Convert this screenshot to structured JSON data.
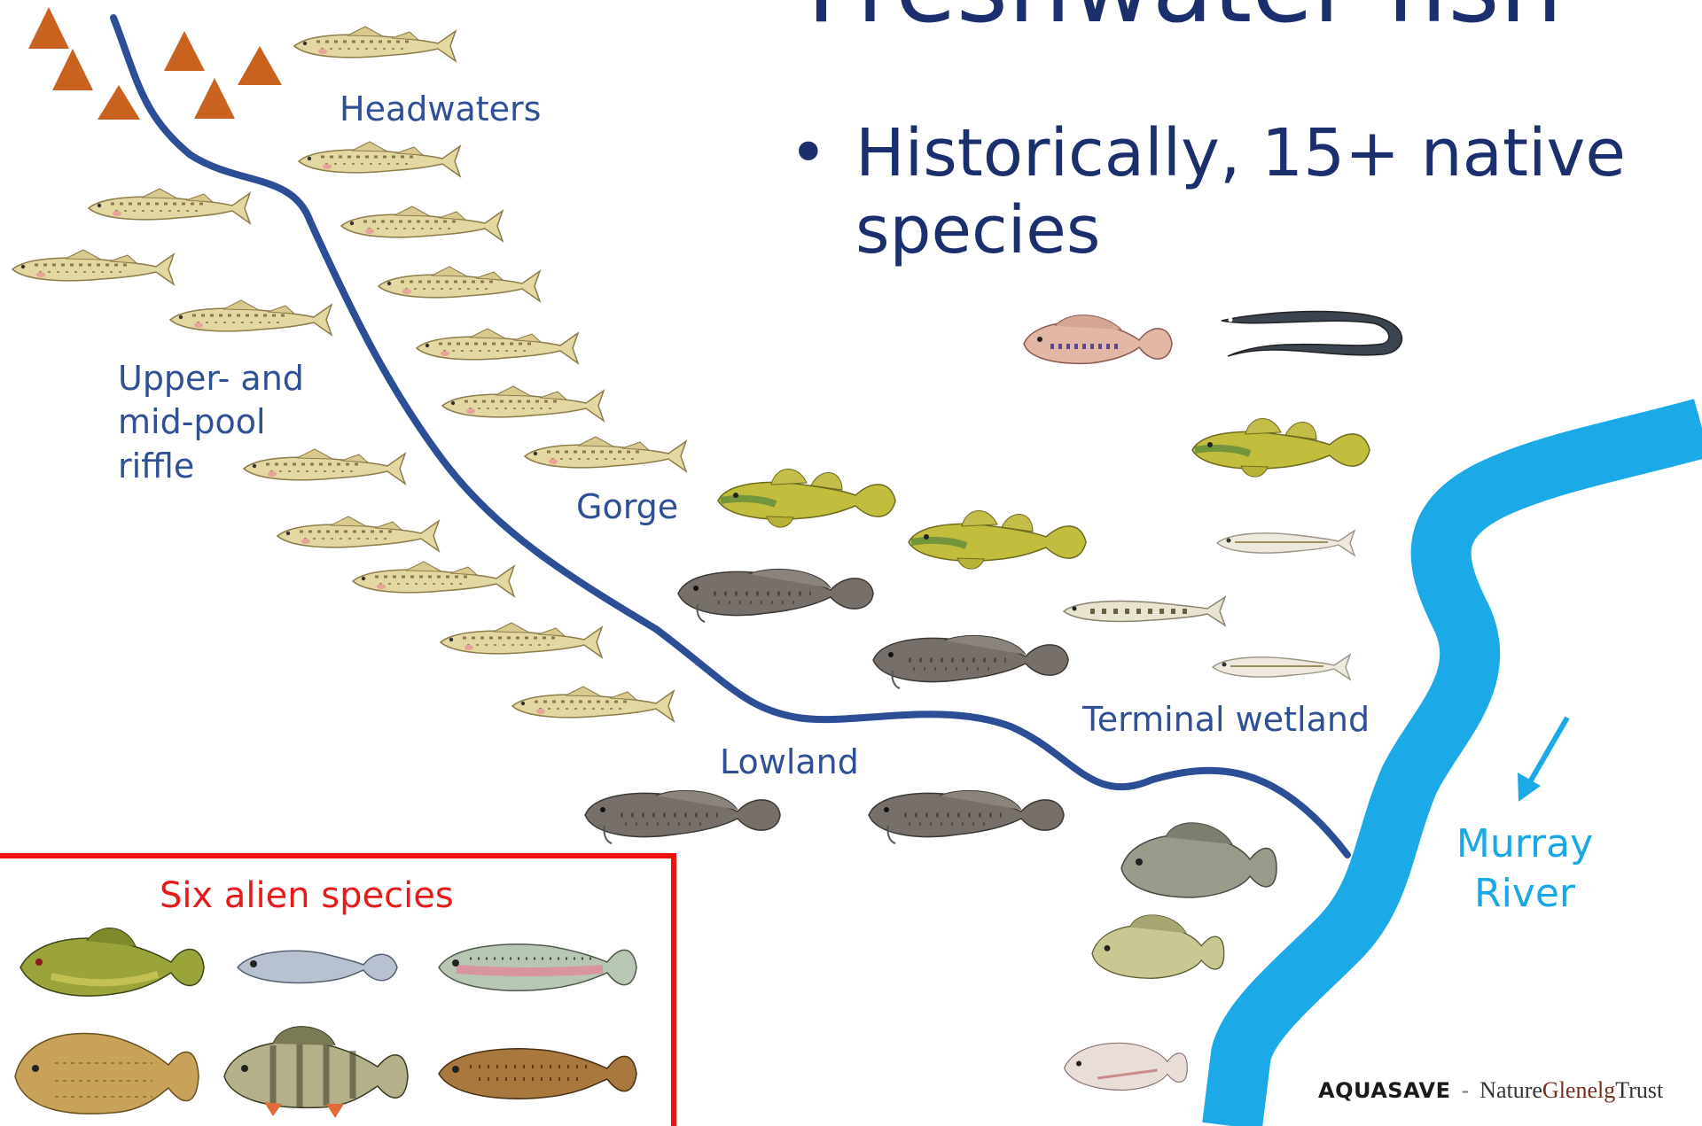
{
  "title": "Freshwater fish",
  "bullet": "Historically, 15+ native species",
  "zones": {
    "headwaters": "Headwaters",
    "upper_mid": "Upper- and mid-pool riffle",
    "gorge": "Gorge",
    "lowland": "Lowland",
    "terminal": "Terminal wetland"
  },
  "murray": "Murray River",
  "alien_box_title": "Six alien species",
  "logos": {
    "aquasave": "AQUASAVE",
    "separator": "-",
    "nature": "Nature",
    "glenelg": "Glenelg",
    "trust": "Trust"
  },
  "colors": {
    "title": "#1b2f6e",
    "zone_label": "#2f4f96",
    "stream": "#2c4e96",
    "river": "#1ca9e8",
    "alien_box": "#ee1111",
    "mountain": "#c8621e",
    "galaxias": "#e2d6a0",
    "gudgeon": "#b7b437",
    "blackfish": "#6e675e"
  },
  "icons": [
    "mountain-icon",
    "galaxias-fish-icon",
    "gudgeon-fish-icon",
    "blackfish-icon",
    "eel-icon",
    "perch-icon",
    "carp-icon",
    "trout-icon",
    "arrow-down-left-icon"
  ]
}
